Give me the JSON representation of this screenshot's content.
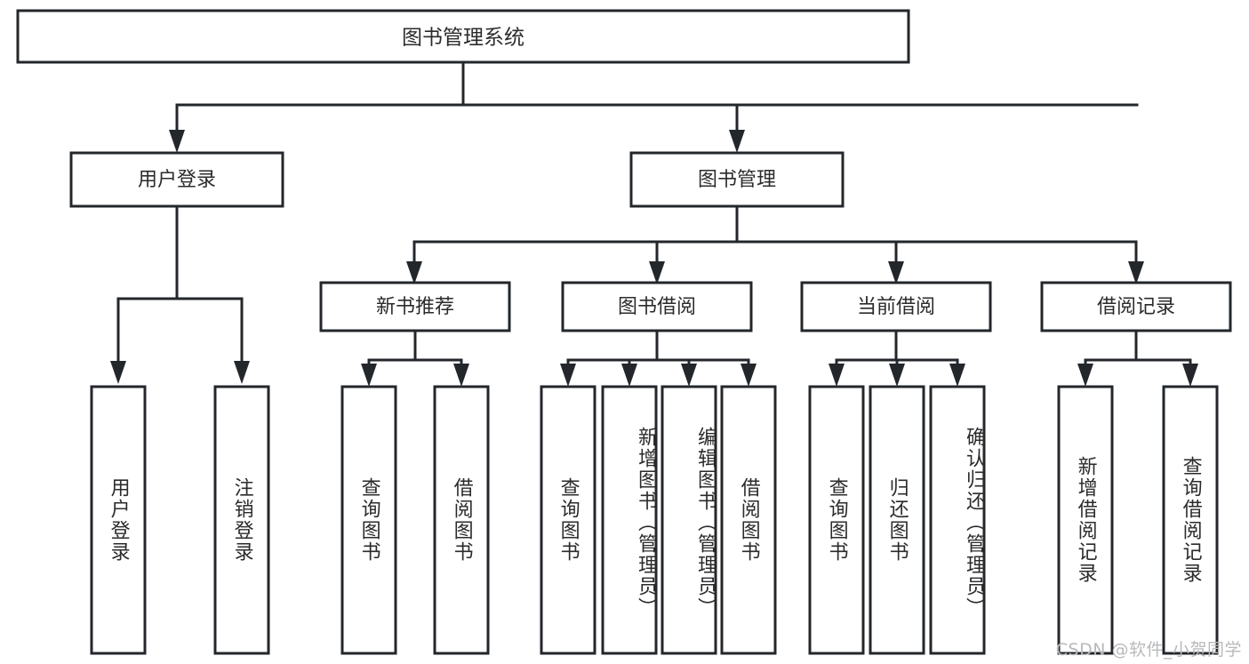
{
  "diagram": {
    "title": "图书管理系统",
    "type": "hierarchy-tree",
    "watermark": "CSDN @软件_小贺同学",
    "colors": {
      "stroke": "#23272b",
      "fill": "#ffffff",
      "text": "#2b2b2b",
      "watermark": "#b9b9b9",
      "background": "#ffffff"
    },
    "root": {
      "label": "图书管理系统"
    },
    "level2": [
      {
        "label": "用户登录"
      },
      {
        "label": "图书管理"
      }
    ],
    "level3": [
      {
        "label": "新书推荐"
      },
      {
        "label": "图书借阅"
      },
      {
        "label": "当前借阅"
      },
      {
        "label": "借阅记录"
      }
    ],
    "leaves": {
      "user_login": [
        {
          "label": "用户登录"
        },
        {
          "label": "注销登录"
        }
      ],
      "new_book_recommend": [
        {
          "label": "查询图书"
        },
        {
          "label": "借阅图书"
        }
      ],
      "book_borrow": [
        {
          "label": "查询图书"
        },
        {
          "label": "新增图书（管理员）"
        },
        {
          "label": "编辑图书（管理员）"
        },
        {
          "label": "借阅图书"
        }
      ],
      "current_borrow": [
        {
          "label": "查询图书"
        },
        {
          "label": "归还图书"
        },
        {
          "label": "确认归还（管理员）"
        }
      ],
      "borrow_record": [
        {
          "label": "新增借阅记录"
        },
        {
          "label": "查询借阅记录"
        }
      ]
    }
  }
}
